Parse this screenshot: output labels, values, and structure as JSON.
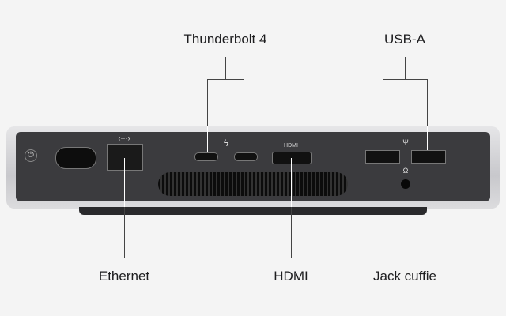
{
  "labels": {
    "thunderbolt": "Thunderbolt 4",
    "usb_a": "USB-A",
    "ethernet": "Ethernet",
    "hdmi": "HDMI",
    "jack": "Jack cuffie"
  },
  "port_marks": {
    "hdmi": "HDMI",
    "ethernet": "‹···›",
    "thunderbolt": "ϟ",
    "usb": "Ψ",
    "headphone": "Ω",
    "power": "⏻"
  }
}
